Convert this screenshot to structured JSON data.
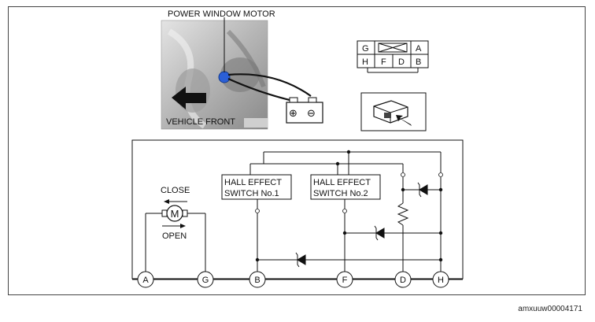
{
  "photo": {
    "title": "POWER WINDOW MOTOR",
    "direction_label": "VEHICLE FRONT",
    "battery_plus": "⊕",
    "battery_minus": "⊖"
  },
  "connector": {
    "top_row": [
      "G",
      "",
      "A"
    ],
    "bottom_row": [
      "H",
      "F",
      "D",
      "B"
    ]
  },
  "schematic": {
    "motor_symbol": "M",
    "close_label": "CLOSE",
    "open_label": "OPEN",
    "hall_switch_1": [
      "HALL EFFECT",
      "SWITCH No.1"
    ],
    "hall_switch_2": [
      "HALL EFFECT",
      "SWITCH No.2"
    ],
    "terminals": [
      "A",
      "G",
      "B",
      "F",
      "D",
      "H"
    ]
  },
  "footer_code": "amxuuw00004171"
}
